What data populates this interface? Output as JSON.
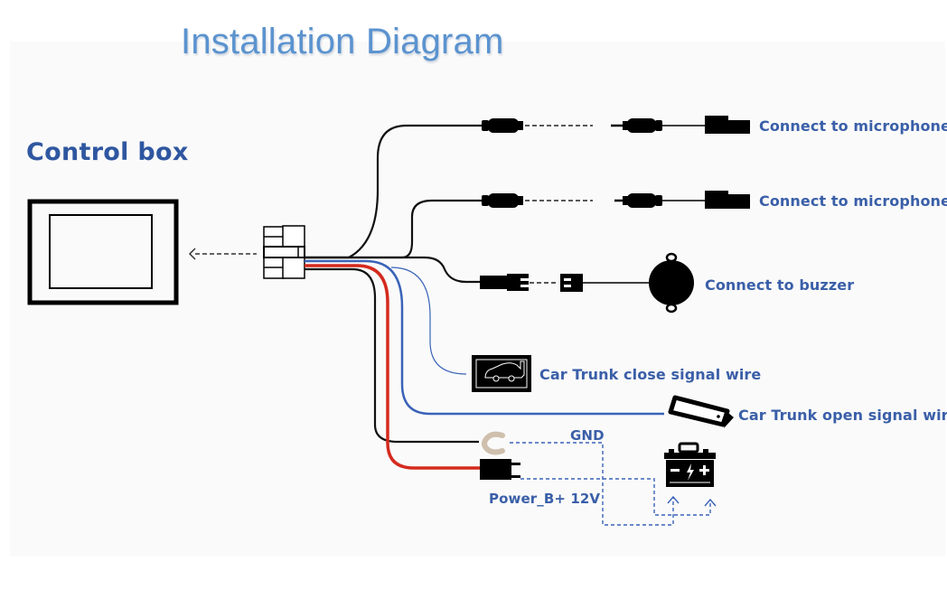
{
  "title": "Installation Diagram",
  "control_box": {
    "label": "Control box"
  },
  "connections": [
    {
      "id": "mic-1",
      "label": "Connect to microphone",
      "icon": "microphone-plug-icon"
    },
    {
      "id": "mic-2",
      "label": "Connect to microphone",
      "icon": "microphone-plug-icon"
    },
    {
      "id": "buzzer",
      "label": "Connect to buzzer",
      "icon": "buzzer-icon"
    },
    {
      "id": "trunk-close",
      "label": "Car Trunk close signal wire",
      "icon": "car-trunk-icon"
    },
    {
      "id": "trunk-open",
      "label": "Car Trunk open signal wire",
      "icon": "sensor-icon"
    }
  ],
  "power": {
    "gnd_label": "GND",
    "power_label": "Power_B+ 12V",
    "battery_icon": "car-battery-icon",
    "battery_symbols": {
      "negative": "−",
      "bolt": "ϟ",
      "positive": "+"
    }
  },
  "colors": {
    "title": "#5b93cf",
    "label": "#3a5fa8",
    "wire_black": "#111111",
    "wire_red": "#d42a1e",
    "wire_blue": "#3a63b8",
    "dash_blue": "#3a63b8"
  }
}
